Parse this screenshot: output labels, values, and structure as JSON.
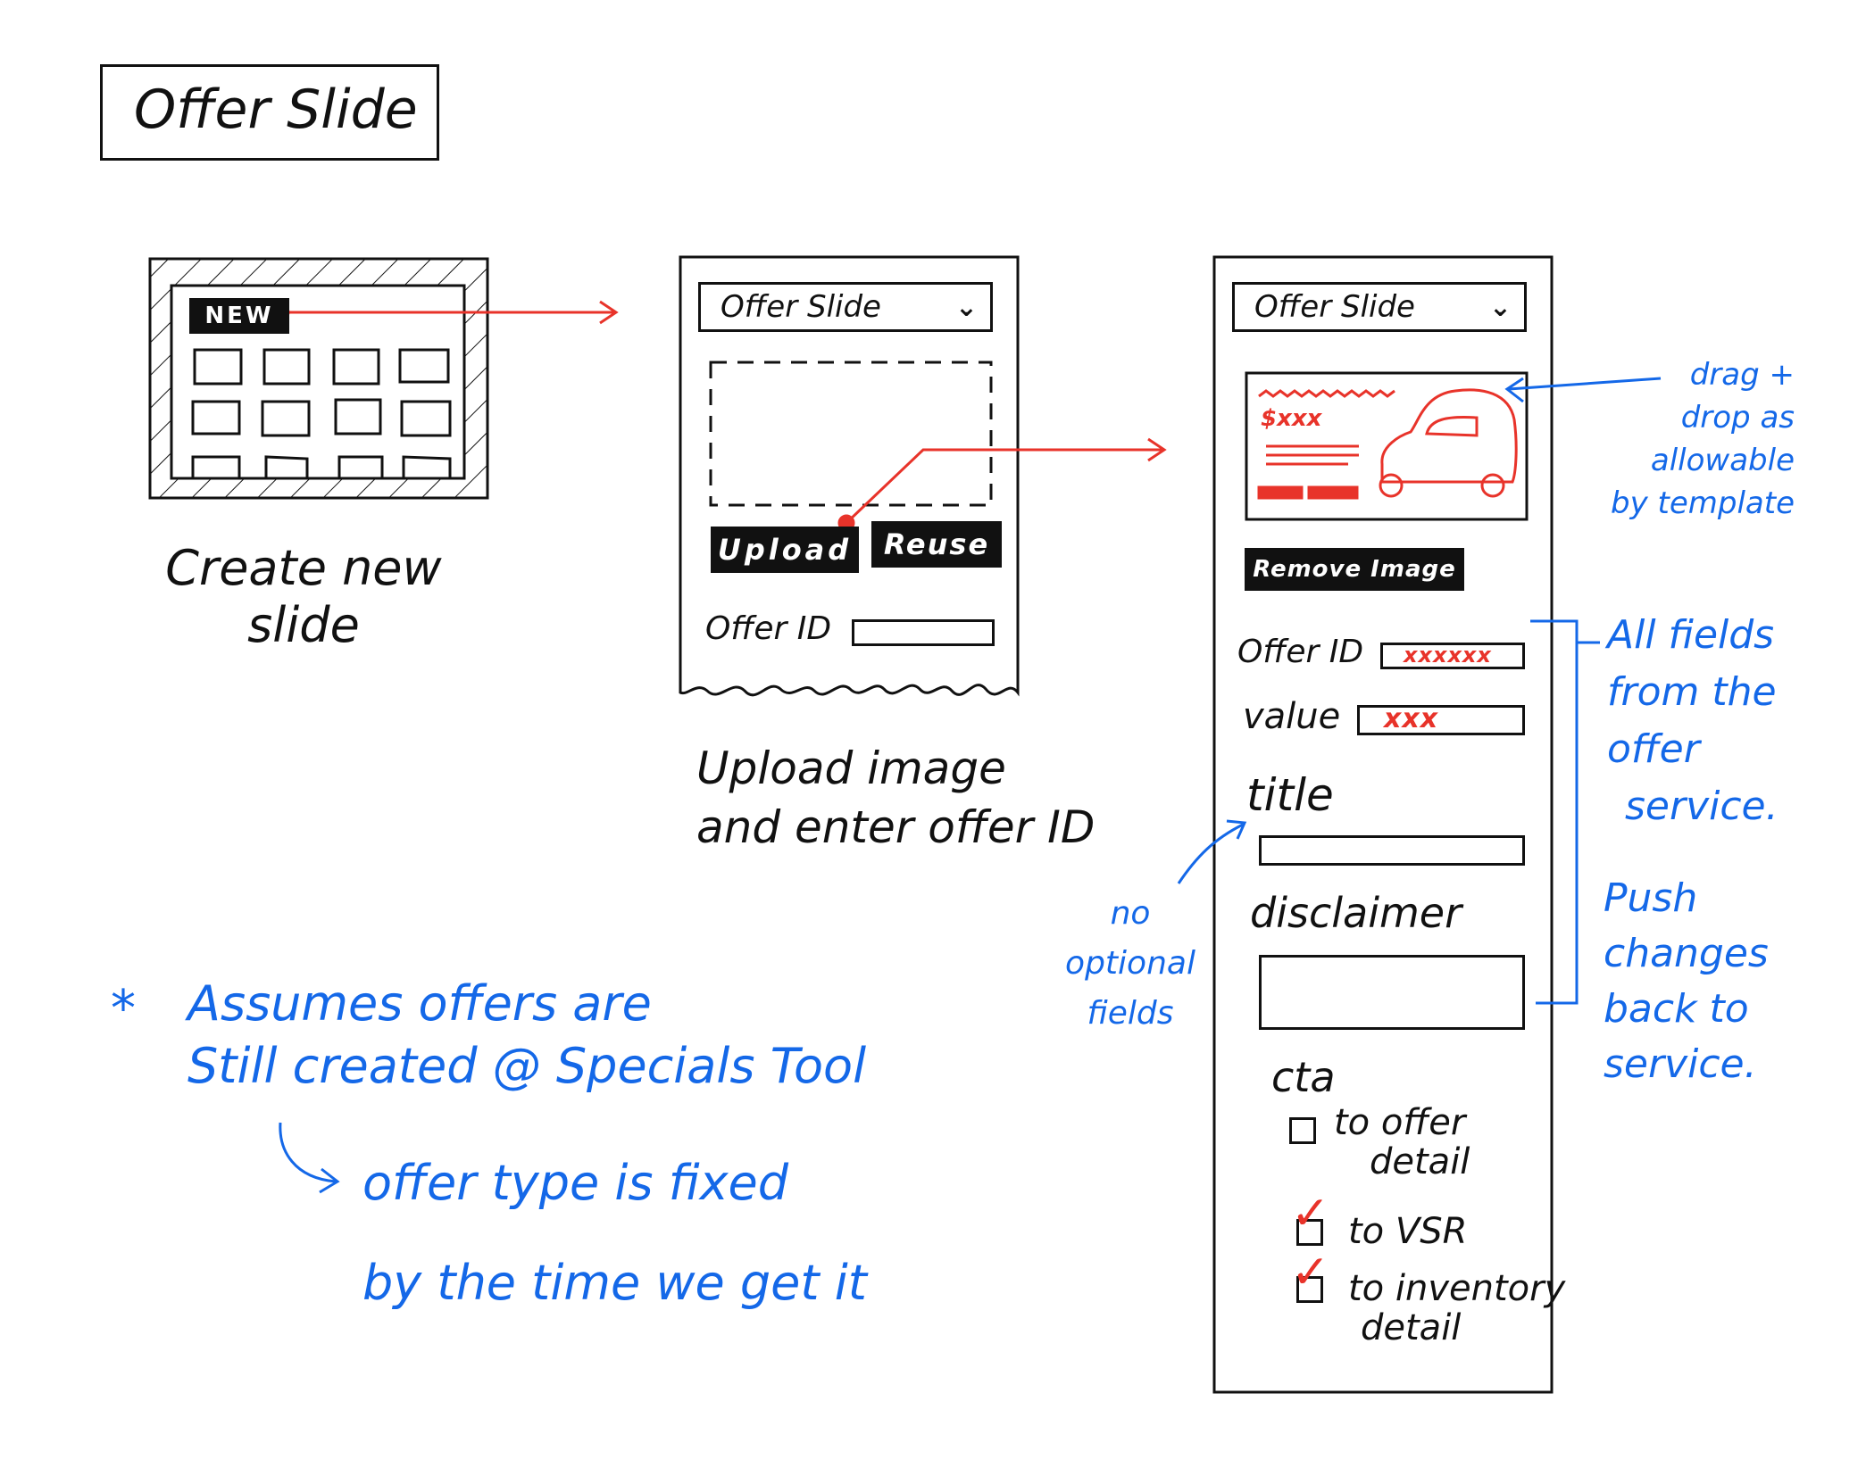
{
  "title": "Offer Slide",
  "panel1": {
    "badge": "NEW",
    "caption_line1": "Create new",
    "caption_line2": "slide"
  },
  "panel2": {
    "select_value": "Offer Slide",
    "upload_label": "Upload",
    "reuse_label": "Reuse",
    "offer_id_label": "Offer ID",
    "caption_line1": "Upload image",
    "caption_line2": "and enter offer ID"
  },
  "panel3": {
    "select_value": "Offer Slide",
    "image_price": "$xxx",
    "remove_image_label": "Remove Image",
    "offer_id_label": "Offer ID",
    "offer_id_value": "xxxxxx",
    "value_label": "value",
    "value_value": "xxx",
    "title_label": "title",
    "disclaimer_label": "disclaimer",
    "cta_label": "cta",
    "cta_options": [
      {
        "label_line1": "to offer",
        "label_line2": "detail",
        "checked": false
      },
      {
        "label_line1": "to VSR",
        "label_line2": "",
        "checked": true
      },
      {
        "label_line1": "to inventory",
        "label_line2": "detail",
        "checked": true
      }
    ]
  },
  "notes": {
    "drag_line1": "drag +",
    "drag_line2": "drop as",
    "drag_line3": "allowable",
    "drag_line4": "by template",
    "fields_line1": "All fields",
    "fields_line2": "from the",
    "fields_line3": "offer",
    "fields_line4": "service.",
    "push_line1": "Push",
    "push_line2": "changes",
    "push_line3": "back to",
    "push_line4": "service.",
    "optional_line1": "no",
    "optional_line2": "optional",
    "optional_line3": "fields",
    "assumes_star": "*",
    "assumes_line1": "Assumes offers are",
    "assumes_line2": "Still created @ Specials Tool",
    "fixed_line1": "offer type is fixed",
    "fixed_line2": "by the time we get it"
  },
  "colors": {
    "ink": "#111111",
    "annotation_blue": "#1468e8",
    "highlight_red": "#e8332a"
  },
  "icons": {
    "dropdown": "chevron-down-icon",
    "checked": "checkmark-icon",
    "car": "car-icon"
  }
}
